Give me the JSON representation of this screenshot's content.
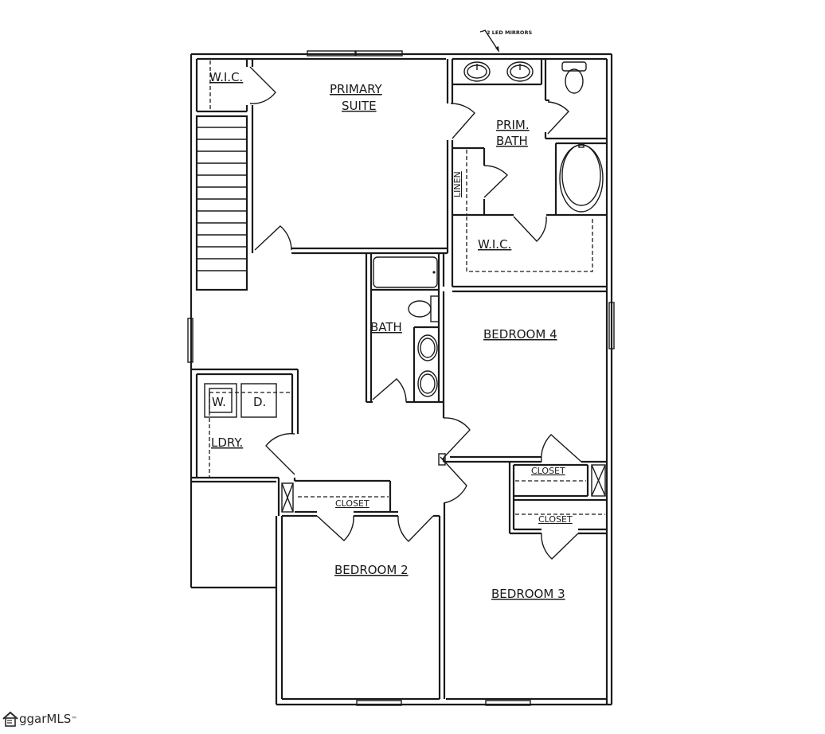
{
  "floor_plan": {
    "annotation": "2 LED MIRRORS",
    "rooms": [
      {
        "id": "wic-1",
        "label": "W.I.C."
      },
      {
        "id": "primary-suite",
        "label_lines": [
          "PRIMARY",
          "SUITE"
        ]
      },
      {
        "id": "primary-bath",
        "label_lines": [
          "PRIM.",
          "BATH"
        ]
      },
      {
        "id": "linen",
        "label": "LINEN"
      },
      {
        "id": "wic-2",
        "label": "W.I.C."
      },
      {
        "id": "bath",
        "label": "BATH"
      },
      {
        "id": "bedroom-4",
        "label": "BEDROOM 4"
      },
      {
        "id": "washer",
        "label": "W."
      },
      {
        "id": "dryer",
        "label": "D."
      },
      {
        "id": "laundry",
        "label": "LDRY."
      },
      {
        "id": "closet-b2",
        "label": "CLOSET"
      },
      {
        "id": "closet-b4",
        "label": "CLOSET"
      },
      {
        "id": "closet-b3",
        "label": "CLOSET"
      },
      {
        "id": "bedroom-2",
        "label": "BEDROOM 2"
      },
      {
        "id": "bedroom-3",
        "label": "BEDROOM 3"
      }
    ]
  },
  "watermark": {
    "text": "ggarMLS",
    "trademark": "™"
  }
}
